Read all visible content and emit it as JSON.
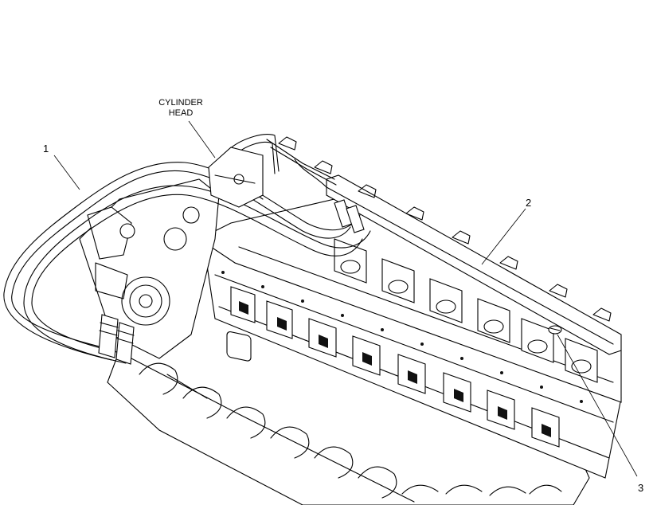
{
  "callouts": {
    "cylinder_head_line1": "CYLINDER",
    "cylinder_head_line2": "HEAD",
    "item_1": "1",
    "item_2": "2",
    "item_3": "3"
  },
  "colors": {
    "line": "#000000",
    "background": "#ffffff"
  }
}
